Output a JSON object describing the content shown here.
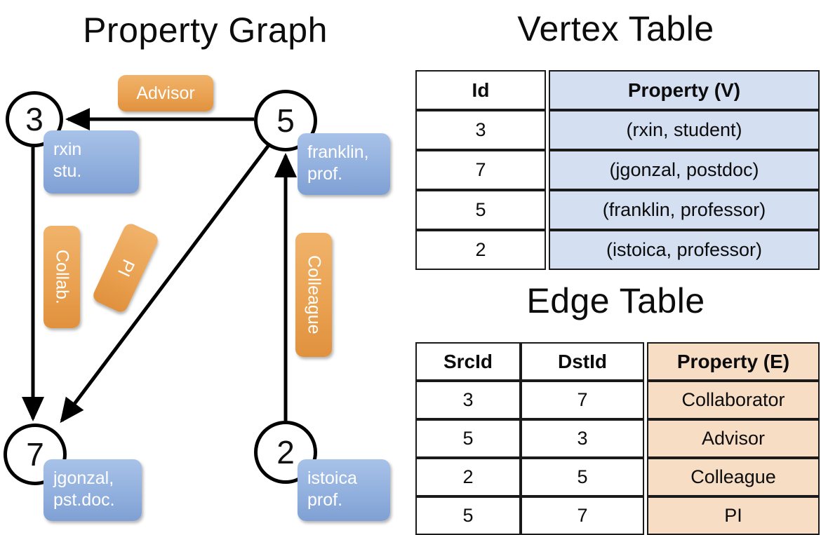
{
  "titles": {
    "property_graph": "Property Graph",
    "vertex_table": "Vertex Table",
    "edge_table": "Edge Table"
  },
  "colors": {
    "vertex_property_fill": "#d4dff1",
    "edge_property_fill": "#f6ddc4",
    "vertex_callout": "#92b0de",
    "edge_callout": "#eaa252",
    "node_stroke": "#000000",
    "background": "#ffffff"
  },
  "graph": {
    "nodes": [
      {
        "id": "3",
        "property_line1": "rxin",
        "property_line2": "stu."
      },
      {
        "id": "5",
        "property_line1": "franklin,",
        "property_line2": "prof."
      },
      {
        "id": "7",
        "property_line1": "jgonzal,",
        "property_line2": "pst.doc."
      },
      {
        "id": "2",
        "property_line1": "istoica",
        "property_line2": "prof."
      }
    ],
    "edge_labels": [
      {
        "key": "advisor",
        "text": "Advisor",
        "orientation": "horizontal"
      },
      {
        "key": "collab",
        "text": "Collab.",
        "orientation": "vertical"
      },
      {
        "key": "pi",
        "text": "PI",
        "orientation": "rotated"
      },
      {
        "key": "colleague",
        "text": "Colleague",
        "orientation": "vertical"
      }
    ],
    "edges": [
      {
        "from": "5",
        "to": "3",
        "label": "Advisor"
      },
      {
        "from": "3",
        "to": "7",
        "label": "Collab."
      },
      {
        "from": "5",
        "to": "7",
        "label": "PI"
      },
      {
        "from": "2",
        "to": "5",
        "label": "Colleague"
      }
    ]
  },
  "vertex_table": {
    "headers": [
      "Id",
      "Property (V)"
    ],
    "rows": [
      {
        "id": "3",
        "property": "(rxin, student)"
      },
      {
        "id": "7",
        "property": "(jgonzal, postdoc)"
      },
      {
        "id": "5",
        "property": "(franklin, professor)"
      },
      {
        "id": "2",
        "property": "(istoica, professor)"
      }
    ]
  },
  "edge_table": {
    "headers": [
      "SrcId",
      "DstId",
      "Property (E)"
    ],
    "rows": [
      {
        "src": "3",
        "dst": "7",
        "property": "Collaborator"
      },
      {
        "src": "5",
        "dst": "3",
        "property": "Advisor"
      },
      {
        "src": "2",
        "dst": "5",
        "property": "Colleague"
      },
      {
        "src": "5",
        "dst": "7",
        "property": "PI"
      }
    ]
  }
}
